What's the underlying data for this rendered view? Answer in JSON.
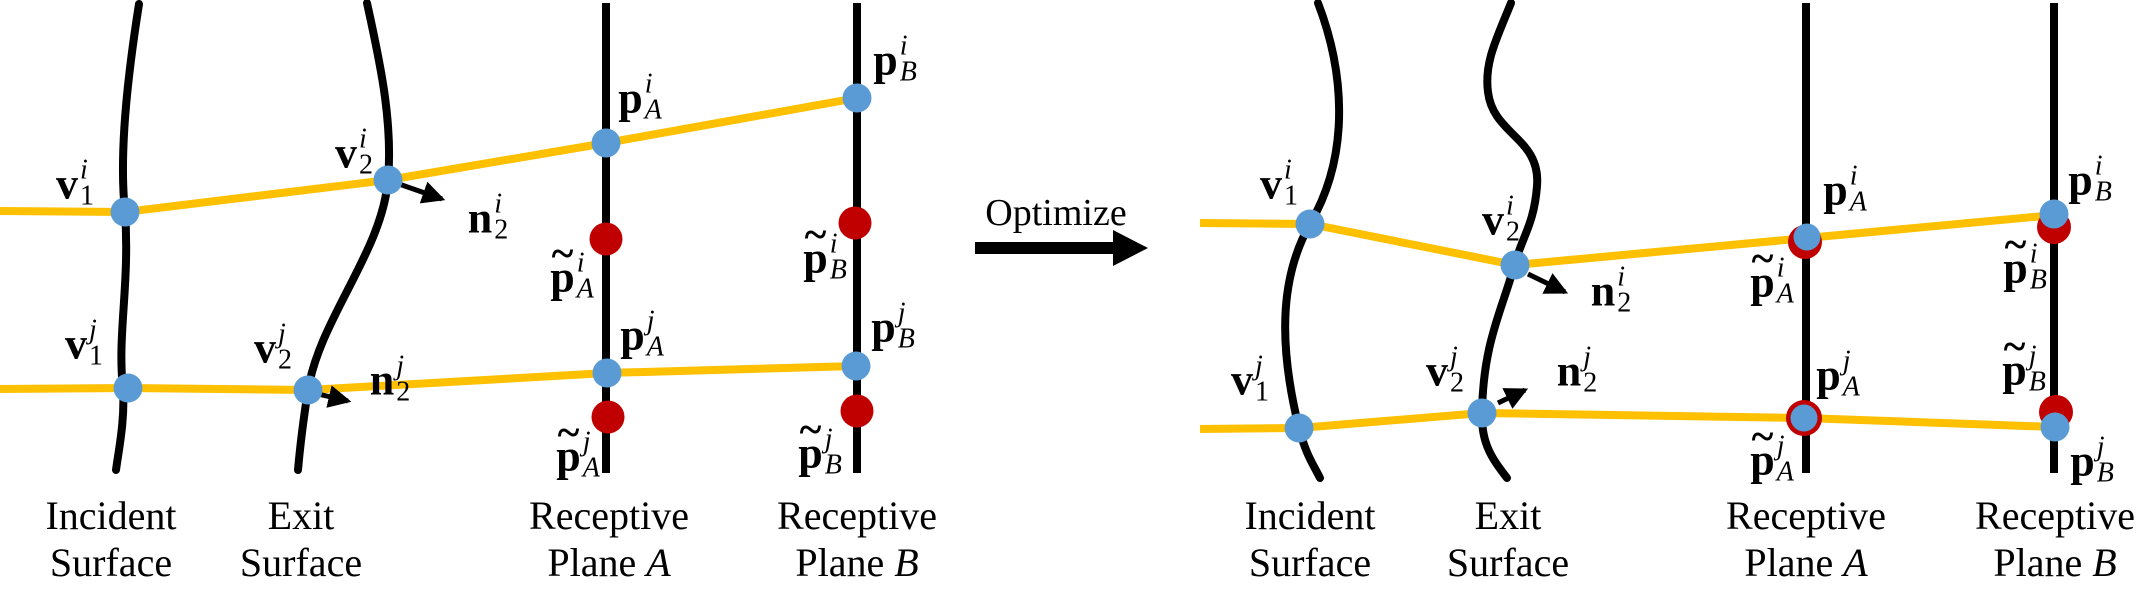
{
  "figure": {
    "middle": {
      "optimize_label": "Optimize"
    },
    "surface_labels": {
      "incident": {
        "line1": "Incident",
        "line2": "Surface"
      },
      "exit": {
        "line1": "Exit",
        "line2": "Surface"
      },
      "plane_a": {
        "line1": "Receptive",
        "line2": "Plane",
        "var": "A"
      },
      "plane_b": {
        "line1": "Receptive",
        "line2": "Plane",
        "var": "B"
      }
    },
    "symbols": {
      "v1i": {
        "base": "v",
        "sup": "i",
        "sub": "1"
      },
      "v1j": {
        "base": "v",
        "sup": "j",
        "sub": "1"
      },
      "v2i": {
        "base": "v",
        "sup": "i",
        "sub": "2"
      },
      "v2j": {
        "base": "v",
        "sup": "j",
        "sub": "2"
      },
      "n2i": {
        "base": "n",
        "sup": "i",
        "sub": "2"
      },
      "n2j": {
        "base": "n",
        "sup": "j",
        "sub": "2"
      },
      "pAi": {
        "base": "p",
        "sup": "i",
        "sub": "A"
      },
      "pAj": {
        "base": "p",
        "sup": "j",
        "sub": "A"
      },
      "pBi": {
        "base": "p",
        "sup": "i",
        "sub": "B"
      },
      "pBj": {
        "base": "p",
        "sup": "j",
        "sub": "B"
      },
      "pAit": {
        "tilde": "~",
        "base": "p",
        "sup": "i",
        "sub": "A"
      },
      "pAjt": {
        "tilde": "~",
        "base": "p",
        "sup": "j",
        "sub": "A"
      },
      "pBit": {
        "tilde": "~",
        "base": "p",
        "sup": "i",
        "sub": "B"
      },
      "pBjt": {
        "tilde": "~",
        "base": "p",
        "sup": "j",
        "sub": "B"
      }
    },
    "colors": {
      "ray": "#FFC000",
      "point_actual": "#5B9BD5",
      "point_target": "#C00000",
      "line": "#000000"
    }
  }
}
